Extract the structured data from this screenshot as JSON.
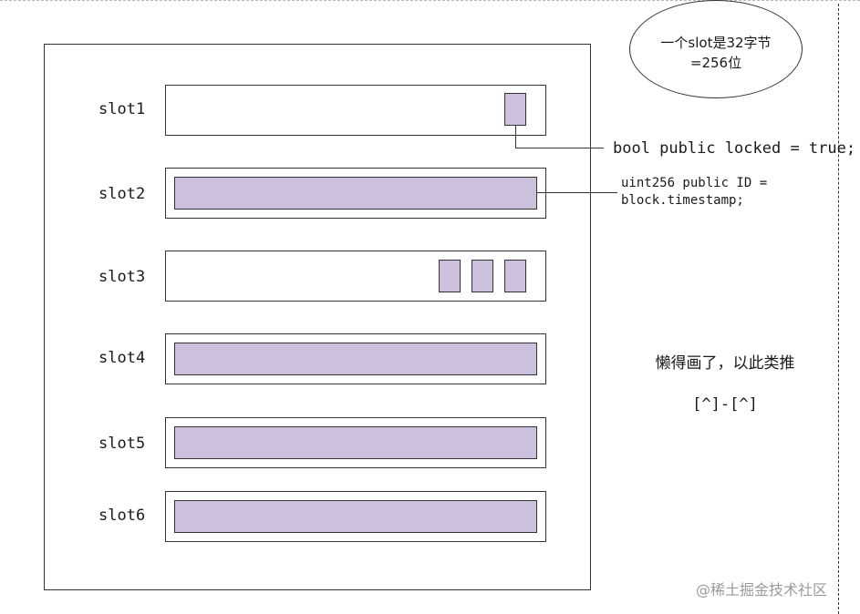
{
  "slots": [
    {
      "label": "slot1",
      "fill": "one-small"
    },
    {
      "label": "slot2",
      "fill": "full"
    },
    {
      "label": "slot3",
      "fill": "three-small"
    },
    {
      "label": "slot4",
      "fill": "full"
    },
    {
      "label": "slot5",
      "fill": "full"
    },
    {
      "label": "slot6",
      "fill": "full"
    }
  ],
  "annotations": {
    "slot1_var": "bool public locked = true;",
    "slot2_var_line1": "uint256 public ID =",
    "slot2_var_line2": "block.timestamp;"
  },
  "ellipse_note": {
    "line1": "一个slot是32字节",
    "line2": "=256位"
  },
  "side_note": {
    "line1": "懒得画了，以此类推",
    "line2": "[^]-[^]"
  },
  "watermark": "@稀土掘金技术社区",
  "colors": {
    "fill": "#ccc0dc",
    "stroke": "#333333"
  }
}
